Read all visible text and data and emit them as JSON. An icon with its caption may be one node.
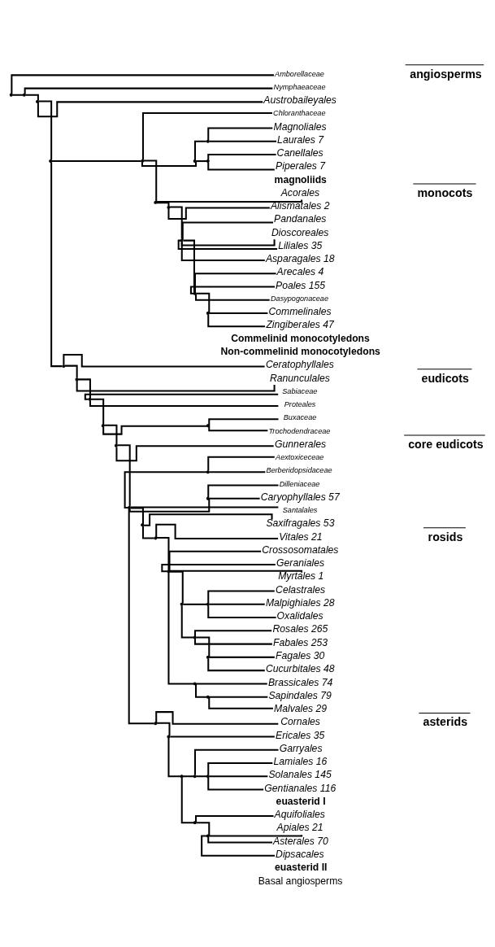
{
  "diagram": {
    "nodes": [
      {
        "text": [],
        "shape": "point"
      },
      {
        "text": [
          "Amborellaceae"
        ]
      },
      {
        "text": [],
        "shape": "point"
      },
      {
        "text": [
          "Nymphaeaceae"
        ]
      },
      {
        "text": [],
        "shape": "point"
      },
      {
        "text": [
          "Austrobaileyales"
        ]
      },
      {
        "text": [],
        "shape": "point"
      },
      {
        "text": [],
        "shape": "point"
      },
      {
        "text": [
          "Chloranthaceae"
        ]
      },
      {
        "text": [],
        "shape": "point"
      },
      {
        "text": [],
        "shape": "point"
      },
      {
        "text": [
          "Magnoliales"
        ]
      },
      {
        "text": [
          "Laurales 7"
        ]
      },
      {
        "text": [],
        "shape": "point"
      },
      {
        "text": [
          "Canellales"
        ]
      },
      {
        "text": [
          "Piperales 7"
        ]
      },
      {
        "text": [],
        "shape": "point"
      },
      {
        "text": [
          "Acorales"
        ]
      },
      {
        "text": [],
        "shape": "point"
      },
      {
        "text": [
          "Alismatales 2"
        ]
      },
      {
        "text": [],
        "shape": "point"
      },
      {
        "text": [
          "Pandanales"
        ]
      },
      {
        "text": [
          "Dioscoreales"
        ]
      },
      {
        "text": [
          "Liliales 35"
        ]
      },
      {
        "text": [
          "Asparagales 18"
        ]
      },
      {
        "text": [],
        "shape": "point"
      },
      {
        "text": [
          "Arecales 4"
        ]
      },
      {
        "text": [
          "Poales 155"
        ]
      },
      {
        "text": [
          "Dasypogonaceae"
        ]
      },
      {
        "text": [],
        "shape": "point"
      },
      {
        "text": [
          "Commelinales"
        ]
      },
      {
        "text": [
          "Zingiberales 47"
        ]
      },
      {
        "text": [],
        "shape": "point"
      },
      {
        "text": [
          "Ceratophyllales"
        ]
      },
      {
        "text": [],
        "shape": "point"
      },
      {
        "text": [
          "Ranunculales"
        ]
      },
      {
        "text": [],
        "shape": "point"
      },
      {
        "text": [
          "Sabiaceae"
        ]
      },
      {
        "text": [
          "Proteales"
        ]
      },
      {
        "text": [],
        "shape": "point"
      },
      {
        "text": [],
        "shape": "point"
      },
      {
        "text": [
          "Buxaceae"
        ]
      },
      {
        "text": [
          "Trochodendraceae"
        ]
      },
      {
        "text": [],
        "shape": "point"
      },
      {
        "text": [
          "Gunnerales"
        ]
      },
      {
        "text": [],
        "shape": "point"
      },
      {
        "text": [],
        "shape": "point"
      },
      {
        "text": [
          "Aextoxiceceae"
        ]
      },
      {
        "text": [
          "Berberidopsidaceae"
        ]
      },
      {
        "text": [],
        "shape": "point"
      },
      {
        "text": [
          "Dilleniaceae"
        ]
      },
      {
        "text": [
          "Caryophyllales 57"
        ]
      },
      {
        "text": [
          "Santalales"
        ]
      },
      {
        "text": [],
        "shape": "point"
      },
      {
        "text": [
          "Saxifragales 53"
        ]
      },
      {
        "text": [],
        "shape": "point"
      },
      {
        "text": [
          "Vitales 21"
        ]
      },
      {
        "text": [],
        "shape": "point"
      },
      {
        "text": [
          "Crossosomatales"
        ]
      },
      {
        "text": [
          "Geraniales"
        ]
      },
      {
        "text": [
          "Myrtales 1"
        ]
      },
      {
        "text": [],
        "shape": "point"
      },
      {
        "text": [],
        "shape": "point"
      },
      {
        "text": [
          "Celastrales"
        ]
      },
      {
        "text": [
          "Malpighiales 28"
        ]
      },
      {
        "text": [
          "Oxalidales"
        ]
      },
      {
        "text": [],
        "shape": "point"
      },
      {
        "text": [
          "Rosales 265"
        ]
      },
      {
        "text": [
          "Fabales 253"
        ]
      },
      {
        "text": [],
        "shape": "point"
      },
      {
        "text": [
          "Fagales 30"
        ]
      },
      {
        "text": [
          "Cucurbitales 48"
        ]
      },
      {
        "text": [],
        "shape": "point"
      },
      {
        "text": [
          "Brassicales 74"
        ]
      },
      {
        "text": [],
        "shape": "point"
      },
      {
        "text": [
          "Sapindales 79"
        ]
      },
      {
        "text": [
          "Malvales 29"
        ]
      },
      {
        "text": [],
        "shape": "point"
      },
      {
        "text": [
          "Cornales"
        ]
      },
      {
        "text": [],
        "shape": "point"
      },
      {
        "text": [
          "Ericales 35"
        ]
      },
      {
        "text": [],
        "shape": "point"
      },
      {
        "text": [],
        "shape": "point"
      },
      {
        "text": [
          "Garryales"
        ]
      },
      {
        "text": [],
        "shape": "point"
      },
      {
        "text": [
          "Lamiales 16"
        ]
      },
      {
        "text": [
          "Solanales 145"
        ]
      },
      {
        "text": [
          "Gentianales 116"
        ]
      },
      {
        "text": [],
        "shape": "point"
      },
      {
        "text": [
          "Aquifoliales"
        ]
      },
      {
        "text": [],
        "shape": "point"
      },
      {
        "text": [
          "Apiales 21"
        ]
      },
      {
        "text": [
          "Asterales 70"
        ]
      },
      {
        "text": [
          "Dipsacales"
        ]
      }
    ],
    "edges": [
      {
        "from": 0,
        "to": 1,
        "arrow": "none"
      },
      {
        "from": 0,
        "to": 2,
        "arrow": "none"
      },
      {
        "from": 2,
        "to": 3,
        "arrow": "none"
      },
      {
        "from": 2,
        "to": 4,
        "arrow": "none"
      },
      {
        "from": 4,
        "to": 5,
        "arrow": "none"
      },
      {
        "from": 4,
        "to": 6,
        "arrow": "none"
      },
      {
        "from": 6,
        "to": 7,
        "arrow": "none"
      },
      {
        "from": 7,
        "to": 8,
        "arrow": "none"
      },
      {
        "from": 7,
        "to": 9,
        "arrow": "none"
      },
      {
        "from": 9,
        "to": 10,
        "arrow": "none"
      },
      {
        "from": 10,
        "to": 11,
        "arrow": "none"
      },
      {
        "from": 10,
        "to": 12,
        "arrow": "none"
      },
      {
        "from": 9,
        "to": 13,
        "arrow": "none"
      },
      {
        "from": 13,
        "to": 14,
        "arrow": "none"
      },
      {
        "from": 13,
        "to": 15,
        "arrow": "none"
      },
      {
        "from": 7,
        "to": 16,
        "arrow": "none"
      },
      {
        "from": 16,
        "to": 17,
        "arrow": "none"
      },
      {
        "from": 16,
        "to": 18,
        "arrow": "none"
      },
      {
        "from": 18,
        "to": 19,
        "arrow": "none"
      },
      {
        "from": 18,
        "to": 20,
        "arrow": "none"
      },
      {
        "from": 20,
        "to": 21,
        "arrow": "none"
      },
      {
        "from": 20,
        "to": 22,
        "arrow": "none"
      },
      {
        "from": 20,
        "to": 23,
        "arrow": "none"
      },
      {
        "from": 20,
        "to": 24,
        "arrow": "none"
      },
      {
        "from": 20,
        "to": 25,
        "arrow": "none"
      },
      {
        "from": 25,
        "to": 26,
        "arrow": "none"
      },
      {
        "from": 25,
        "to": 27,
        "arrow": "none"
      },
      {
        "from": 25,
        "to": 28,
        "arrow": "none"
      },
      {
        "from": 25,
        "to": 29,
        "arrow": "none"
      },
      {
        "from": 29,
        "to": 30,
        "arrow": "none"
      },
      {
        "from": 29,
        "to": 31,
        "arrow": "none"
      },
      {
        "from": 6,
        "to": 32,
        "arrow": "none"
      },
      {
        "from": 32,
        "to": 33,
        "arrow": "none"
      },
      {
        "from": 32,
        "to": 34,
        "arrow": "none"
      },
      {
        "from": 34,
        "to": 35,
        "arrow": "none"
      },
      {
        "from": 34,
        "to": 36,
        "arrow": "none"
      },
      {
        "from": 36,
        "to": 37,
        "arrow": "none"
      },
      {
        "from": 36,
        "to": 38,
        "arrow": "none"
      },
      {
        "from": 36,
        "to": 39,
        "arrow": "none"
      },
      {
        "from": 39,
        "to": 40,
        "arrow": "none"
      },
      {
        "from": 40,
        "to": 41,
        "arrow": "none"
      },
      {
        "from": 40,
        "to": 42,
        "arrow": "none"
      },
      {
        "from": 39,
        "to": 43,
        "arrow": "none"
      },
      {
        "from": 43,
        "to": 44,
        "arrow": "none"
      },
      {
        "from": 43,
        "to": 45,
        "arrow": "none"
      },
      {
        "from": 45,
        "to": 46,
        "arrow": "none"
      },
      {
        "from": 46,
        "to": 47,
        "arrow": "none"
      },
      {
        "from": 46,
        "to": 48,
        "arrow": "none"
      },
      {
        "from": 45,
        "to": 49,
        "arrow": "none"
      },
      {
        "from": 49,
        "to": 50,
        "arrow": "none"
      },
      {
        "from": 49,
        "to": 51,
        "arrow": "none"
      },
      {
        "from": 45,
        "to": 52,
        "arrow": "none"
      },
      {
        "from": 45,
        "to": 53,
        "arrow": "none"
      },
      {
        "from": 53,
        "to": 54,
        "arrow": "none"
      },
      {
        "from": 53,
        "to": 55,
        "arrow": "none"
      },
      {
        "from": 55,
        "to": 56,
        "arrow": "none"
      },
      {
        "from": 55,
        "to": 57,
        "arrow": "none"
      },
      {
        "from": 57,
        "to": 58,
        "arrow": "none"
      },
      {
        "from": 57,
        "to": 59,
        "arrow": "none"
      },
      {
        "from": 57,
        "to": 60,
        "arrow": "none"
      },
      {
        "from": 57,
        "to": 61,
        "arrow": "none"
      },
      {
        "from": 61,
        "to": 62,
        "arrow": "none"
      },
      {
        "from": 62,
        "to": 63,
        "arrow": "none"
      },
      {
        "from": 62,
        "to": 64,
        "arrow": "none"
      },
      {
        "from": 62,
        "to": 65,
        "arrow": "none"
      },
      {
        "from": 61,
        "to": 66,
        "arrow": "none"
      },
      {
        "from": 66,
        "to": 67,
        "arrow": "none"
      },
      {
        "from": 66,
        "to": 68,
        "arrow": "none"
      },
      {
        "from": 66,
        "to": 69,
        "arrow": "none"
      },
      {
        "from": 69,
        "to": 70,
        "arrow": "none"
      },
      {
        "from": 69,
        "to": 71,
        "arrow": "none"
      },
      {
        "from": 57,
        "to": 72,
        "arrow": "none"
      },
      {
        "from": 72,
        "to": 73,
        "arrow": "none"
      },
      {
        "from": 72,
        "to": 74,
        "arrow": "none"
      },
      {
        "from": 74,
        "to": 75,
        "arrow": "none"
      },
      {
        "from": 74,
        "to": 76,
        "arrow": "none"
      },
      {
        "from": 45,
        "to": 77,
        "arrow": "none"
      },
      {
        "from": 77,
        "to": 78,
        "arrow": "none"
      },
      {
        "from": 77,
        "to": 79,
        "arrow": "none"
      },
      {
        "from": 79,
        "to": 80,
        "arrow": "none"
      },
      {
        "from": 79,
        "to": 81,
        "arrow": "none"
      },
      {
        "from": 81,
        "to": 82,
        "arrow": "none"
      },
      {
        "from": 82,
        "to": 83,
        "arrow": "none"
      },
      {
        "from": 82,
        "to": 84,
        "arrow": "none"
      },
      {
        "from": 84,
        "to": 85,
        "arrow": "none"
      },
      {
        "from": 84,
        "to": 86,
        "arrow": "none"
      },
      {
        "from": 84,
        "to": 87,
        "arrow": "none"
      },
      {
        "from": 81,
        "to": 88,
        "arrow": "none"
      },
      {
        "from": 88,
        "to": 89,
        "arrow": "none"
      },
      {
        "from": 88,
        "to": 90,
        "arrow": "none"
      },
      {
        "from": 90,
        "to": 91,
        "arrow": "none"
      },
      {
        "from": 90,
        "to": 92,
        "arrow": "none"
      },
      {
        "from": 90,
        "to": 93,
        "arrow": "none"
      }
    ],
    "labels": [
      "angiosperms",
      "Basal angiosperms",
      "magnoliids",
      "monocots",
      "Non-commelinid monocotyledons",
      "Commelinid monocotyledons",
      "eudicots",
      "core eudicots",
      "rosids",
      "asterids",
      "euasterid I",
      "euasterid II"
    ]
  }
}
